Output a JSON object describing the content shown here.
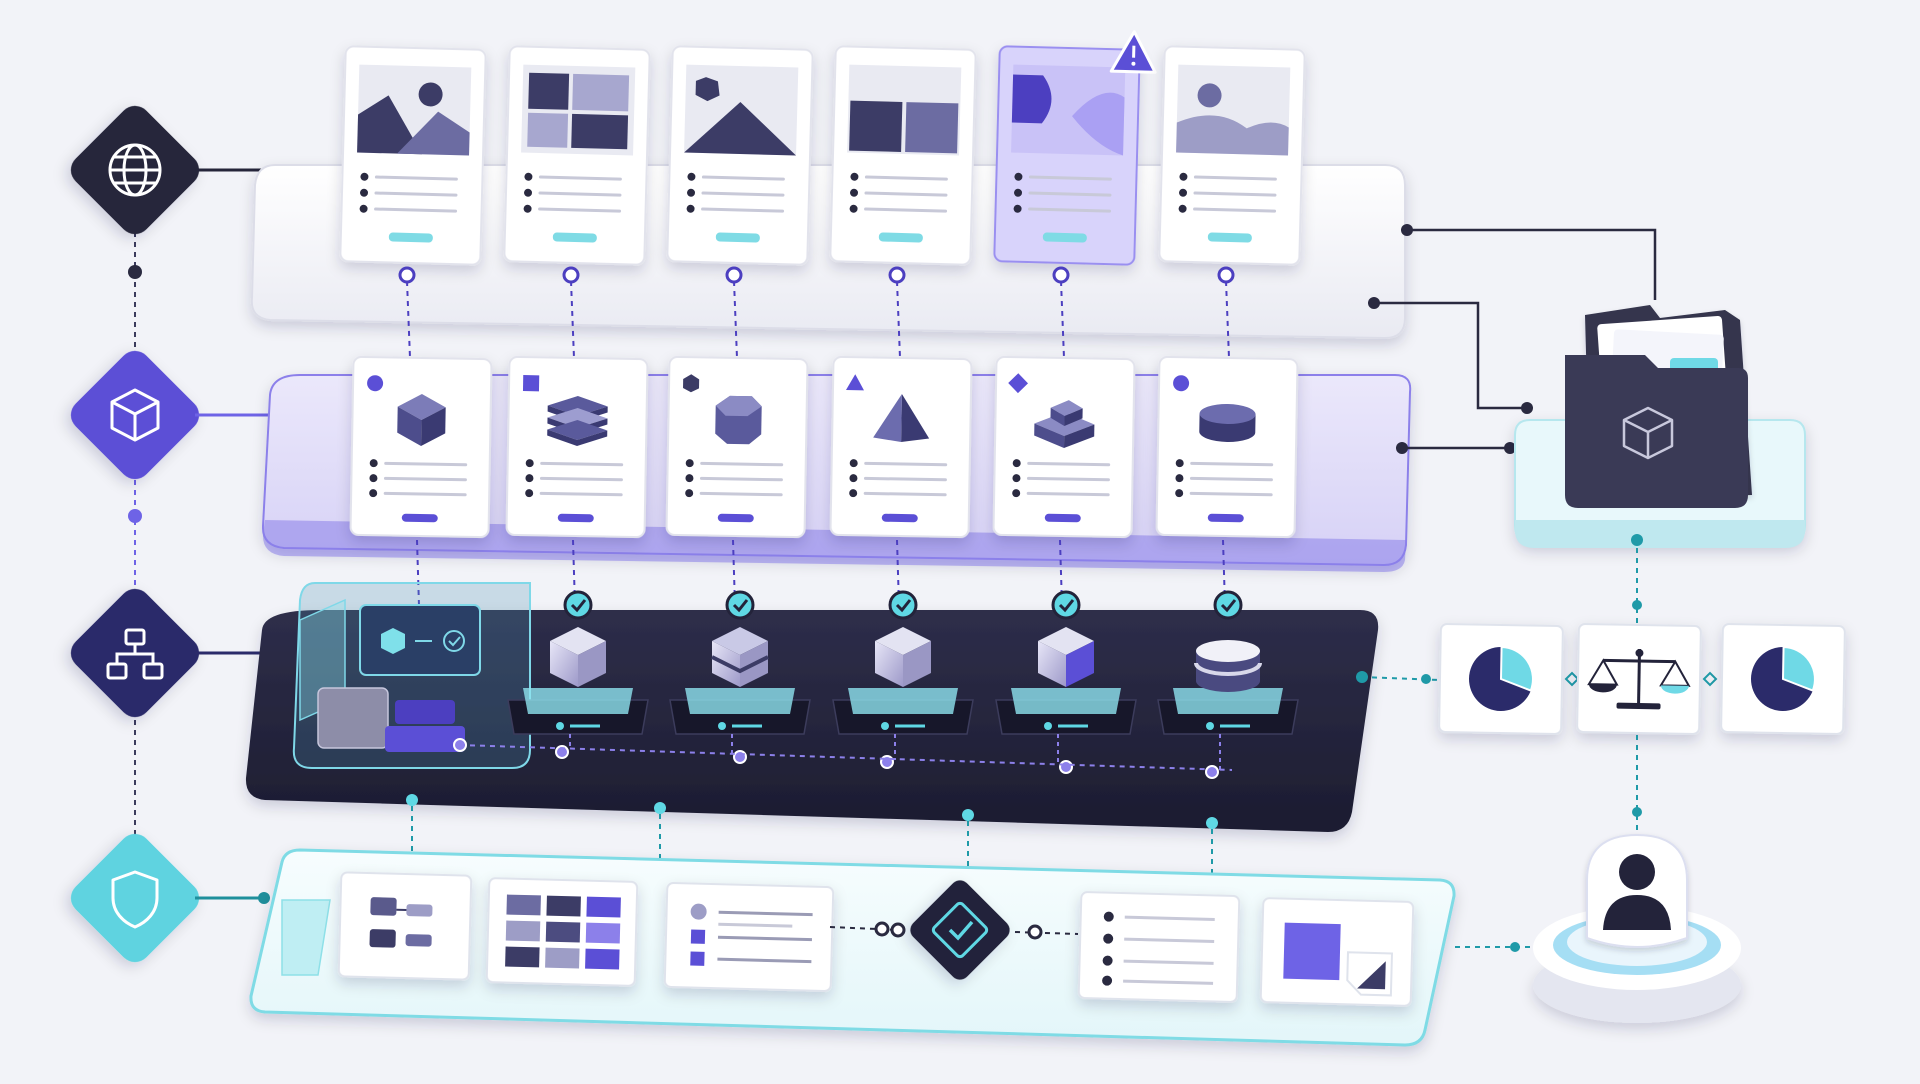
{
  "colors": {
    "background": "#f2f3f8",
    "navy": "#2a2a4a",
    "indigo": "#5b4fd6",
    "violet": "#6e63e6",
    "lavender": "#d9d6f7",
    "cyan": "#5fd8e4",
    "dark_panel": "#23233a",
    "warning": "#5b4fd6"
  },
  "legend_nodes": [
    {
      "id": "web",
      "icon": "globe-icon",
      "tone": "dark"
    },
    {
      "id": "model",
      "icon": "cube-icon",
      "tone": "indigo"
    },
    {
      "id": "infra",
      "icon": "network-hierarchy-icon",
      "tone": "navy"
    },
    {
      "id": "security",
      "icon": "shield-icon",
      "tone": "cyan"
    }
  ],
  "layers": {
    "presentation": {
      "cards": [
        {
          "icon": "mountain-sun-image-icon",
          "flag": ""
        },
        {
          "icon": "grid-image-icon",
          "flag": ""
        },
        {
          "icon": "mountain-hexagon-image-icon",
          "flag": ""
        },
        {
          "icon": "split-image-icon",
          "flag": ""
        },
        {
          "icon": "abstract-shape-image-icon",
          "flag": "warning-triangle-icon"
        },
        {
          "icon": "landscape-image-icon",
          "flag": ""
        }
      ]
    },
    "model": {
      "cards": [
        {
          "icon": "cube-icon",
          "badge": "circle"
        },
        {
          "icon": "stacked-slabs-icon",
          "badge": "square"
        },
        {
          "icon": "hexagon-prism-icon",
          "badge": "hexagon"
        },
        {
          "icon": "pyramid-icon",
          "badge": "triangle"
        },
        {
          "icon": "block-stack-icon",
          "badge": "diamond"
        },
        {
          "icon": "cylinder-icon",
          "badge": "circle"
        }
      ]
    },
    "runtime": {
      "console": {
        "icon": "monitor-check-icon"
      },
      "modules": [
        {
          "icon": "cube-icon",
          "status": "check-icon"
        },
        {
          "icon": "layered-cube-icon",
          "status": "check-icon"
        },
        {
          "icon": "prism-icon",
          "status": "check-icon"
        },
        {
          "icon": "block-stack-icon",
          "status": "check-icon"
        },
        {
          "icon": "cylinder-icon",
          "status": "check-icon"
        }
      ]
    },
    "security": {
      "items": [
        {
          "icon": "flow-chart-icon"
        },
        {
          "icon": "dashboard-grid-icon"
        },
        {
          "icon": "checklist-icon"
        },
        {
          "icon": "verified-check-icon"
        },
        {
          "icon": "bullet-list-icon"
        },
        {
          "icon": "document-page-icon"
        }
      ]
    }
  },
  "side_panel": {
    "repository": {
      "icon": "folder-cube-icon"
    },
    "governance": [
      {
        "icon": "pie-chart-icon"
      },
      {
        "icon": "scales-icon"
      },
      {
        "icon": "pie-chart-icon"
      }
    ],
    "user": {
      "icon": "user-avatar-icon"
    }
  }
}
